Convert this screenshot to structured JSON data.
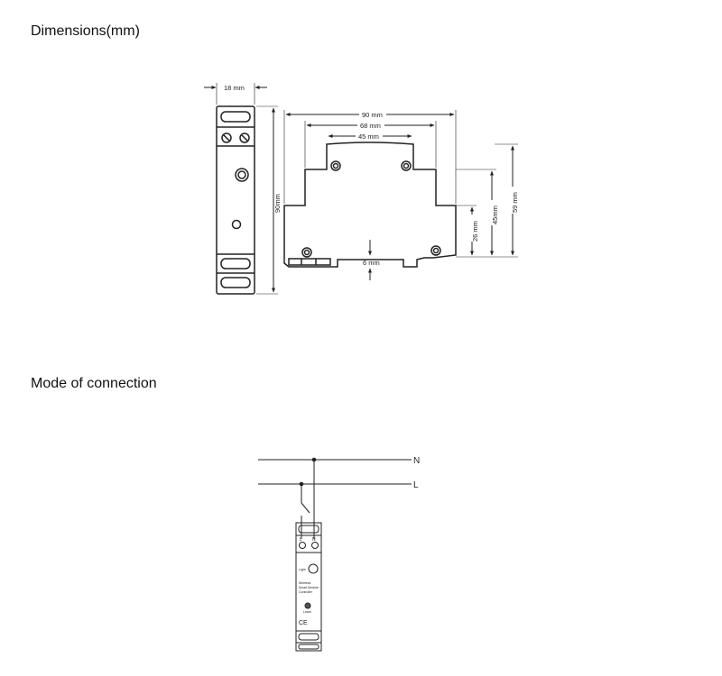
{
  "sections": {
    "dimensions_title": "Dimensions(mm)",
    "connection_title": "Mode of connection"
  },
  "dimensions": {
    "width_label": "18 mm",
    "front_height_label": "90mm",
    "total_length_label": "90 mm",
    "mid_length_label": "68 mm",
    "top_length_label": "45 mm",
    "slot_label": "6 mm",
    "right_26_label": "26 mm",
    "right_45_label": "45mm",
    "right_59_label": "59 mm"
  },
  "connection": {
    "line_n_label": "N",
    "line_l_label": "L",
    "device_terminal_l": "L",
    "device_terminal_n": "N",
    "device_text_1": "Light",
    "device_text_2": "Wireless",
    "device_text_3": "Smart Module",
    "device_text_4": "Controller",
    "device_button_label": "Learn",
    "ce_mark": "CE"
  }
}
